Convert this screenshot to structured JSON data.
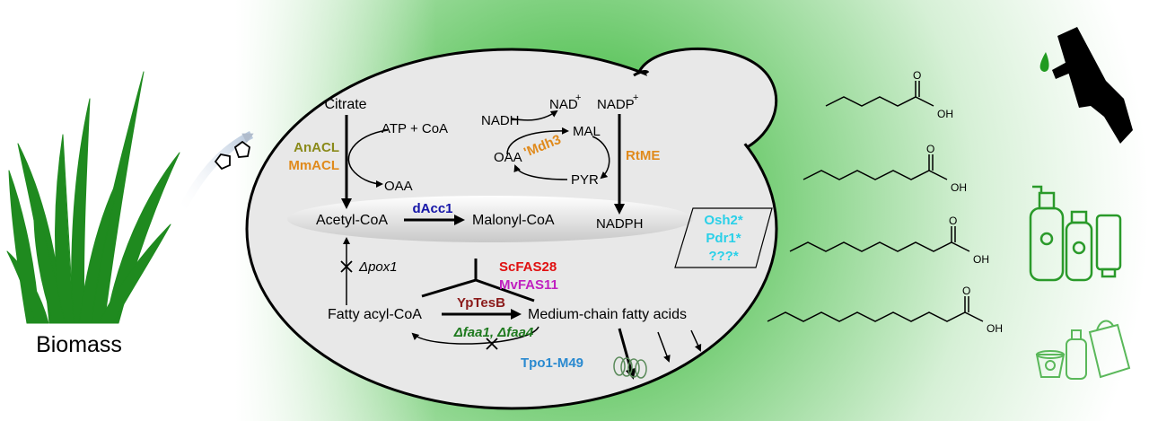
{
  "left": {
    "biomass_label": "Biomass"
  },
  "cell": {
    "citrate": "Citrate",
    "atp_coa": "ATP + CoA",
    "oaa_top": "OAA",
    "acetyl_coa": "Acetyl-CoA",
    "malonyl_coa": "Malonyl-CoA",
    "nadph": "NADPH",
    "nadh": "NADH",
    "nad_plus": "NAD",
    "nadp_plus": "NADP",
    "plus_sign": "+",
    "mal": "MAL",
    "oaa_cycle": "OAA",
    "pyr": "PYR",
    "fatty_acyl_coa": "Fatty acyl-CoA",
    "mcfa": "Medium-chain fatty acids",
    "delta_pox1": "Δpox1"
  },
  "enzymes": {
    "anacl": "AnACL",
    "mmacl": "MmACL",
    "mdh3": "'Mdh3",
    "rtme": "RtME",
    "dacc1": "dAcc1",
    "scfas28": "ScFAS28",
    "mvfas11": "MvFAS11",
    "yptesb": "YpTesB",
    "delta_faa": "Δfaa1, Δfaa4",
    "tpo1": "Tpo1-M49",
    "osh2": "Osh2*",
    "pdr1": "Pdr1*",
    "unknown": "???*"
  },
  "molecules": {
    "oh1": "OH",
    "oh2": "OH",
    "oh3": "OH",
    "oh4": "OH",
    "o1": "O",
    "o2": "O",
    "o3": "O",
    "o4": "O"
  },
  "colors": {
    "olive": "#8a8a1a",
    "orange": "#e08a1c",
    "navy": "#1515a8",
    "red": "#e01010",
    "magenta": "#c020c0",
    "maroon": "#8b1a1a",
    "darkgreen": "#1f7a1f",
    "blue": "#2a8ad0",
    "cyan": "#2ad0e8",
    "plant": "#1f8a1f",
    "product_green": "#3aa63a"
  }
}
